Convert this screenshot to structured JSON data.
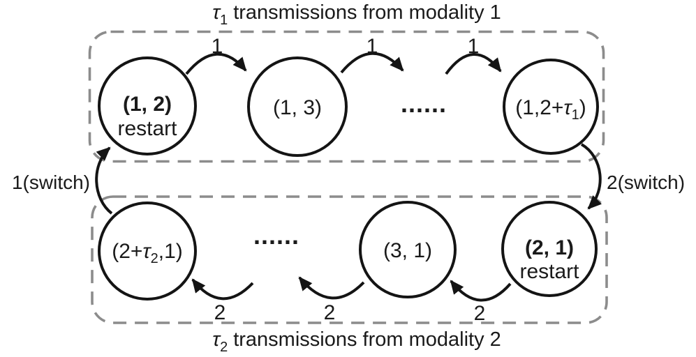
{
  "colors": {
    "line": "#141414",
    "box_border": "#8c8c8c",
    "text": "#1a1a1a",
    "background": "#ffffff"
  },
  "modality1": {
    "title": {
      "tau": "τ",
      "sub": "1",
      "rest": "transmissions from modality 1"
    },
    "transition_label": "1",
    "switch_label": "1(switch)",
    "nodes": {
      "restart": {
        "state": "(1, 2)",
        "caption": "restart"
      },
      "second": {
        "state": "(1, 3)"
      },
      "ellipsis": "......",
      "last": {
        "pre": "(1,2+",
        "tau": "τ",
        "sub": "1",
        "post": ")"
      }
    }
  },
  "modality2": {
    "title": {
      "tau": "τ",
      "sub": "2",
      "rest": "transmissions from modality 2"
    },
    "transition_label": "2",
    "switch_label": "2(switch)",
    "nodes": {
      "restart": {
        "state": "(2, 1)",
        "caption": "restart"
      },
      "second": {
        "state": "(3, 1)"
      },
      "ellipsis": "......",
      "last": {
        "pre": "(2+",
        "tau": "τ",
        "sub": "2",
        "post": ",1)"
      }
    }
  }
}
